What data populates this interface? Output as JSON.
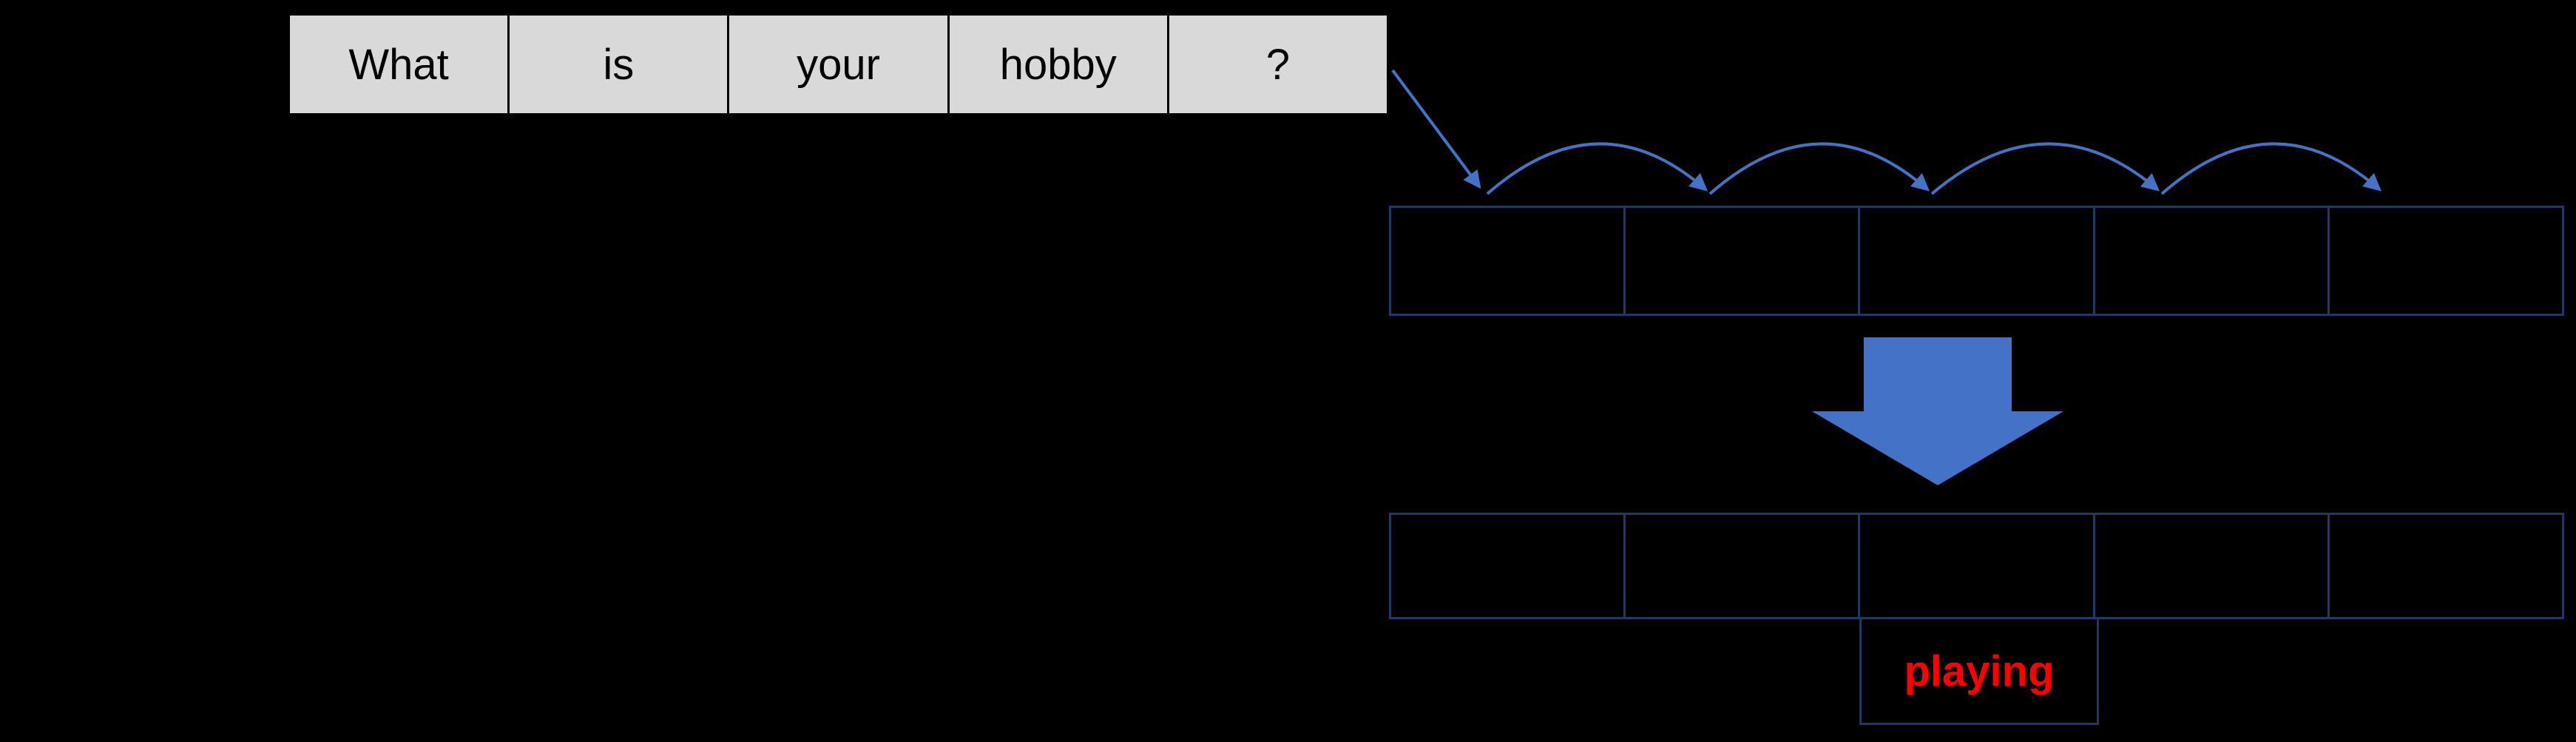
{
  "background_color": "#000000",
  "colors": {
    "token_cell_fill": "#D9D9D9",
    "token_cell_border": "#000000",
    "token_text": "#000000",
    "slot_border": "#1F3864",
    "arrow_blue": "#4472C4",
    "block_arrow_fill": "#4472C4",
    "output_text": "#FF0000"
  },
  "input_sentence": {
    "tokens": [
      "What",
      "is",
      "your",
      "hobby",
      "?"
    ]
  },
  "upper_slot_row": {
    "cell_count": 5
  },
  "lower_slot_row": {
    "cell_count": 5
  },
  "output_word": {
    "label": "playing"
  }
}
